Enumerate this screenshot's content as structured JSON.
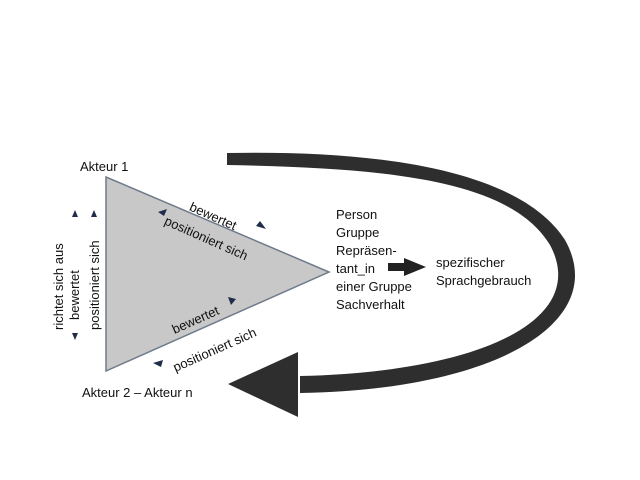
{
  "actors": {
    "top": "Akteur 1",
    "bottom": "Akteur 2 – Akteur n"
  },
  "edges": {
    "upper_outer": "bewertet",
    "upper_inner": "positioniert sich",
    "lower_inner": "bewertet",
    "lower_outer": "positioniert sich",
    "left_outer": "richtet sich aus",
    "left_middle": "bewertet",
    "left_inner": "positioniert sich"
  },
  "object": {
    "lines": [
      "Person",
      "Gruppe",
      "Repräsen-",
      "tant_in",
      "einer Gruppe",
      "Sachverhalt"
    ]
  },
  "result": {
    "lines": [
      "spezifischer",
      "Sprachgebrauch"
    ]
  },
  "colors": {
    "triangle_fill": "#c8c8c8",
    "triangle_stroke": "#6f7a8a",
    "arrow": "#2e2e2e",
    "small_arrow": "#1f2d4a"
  }
}
